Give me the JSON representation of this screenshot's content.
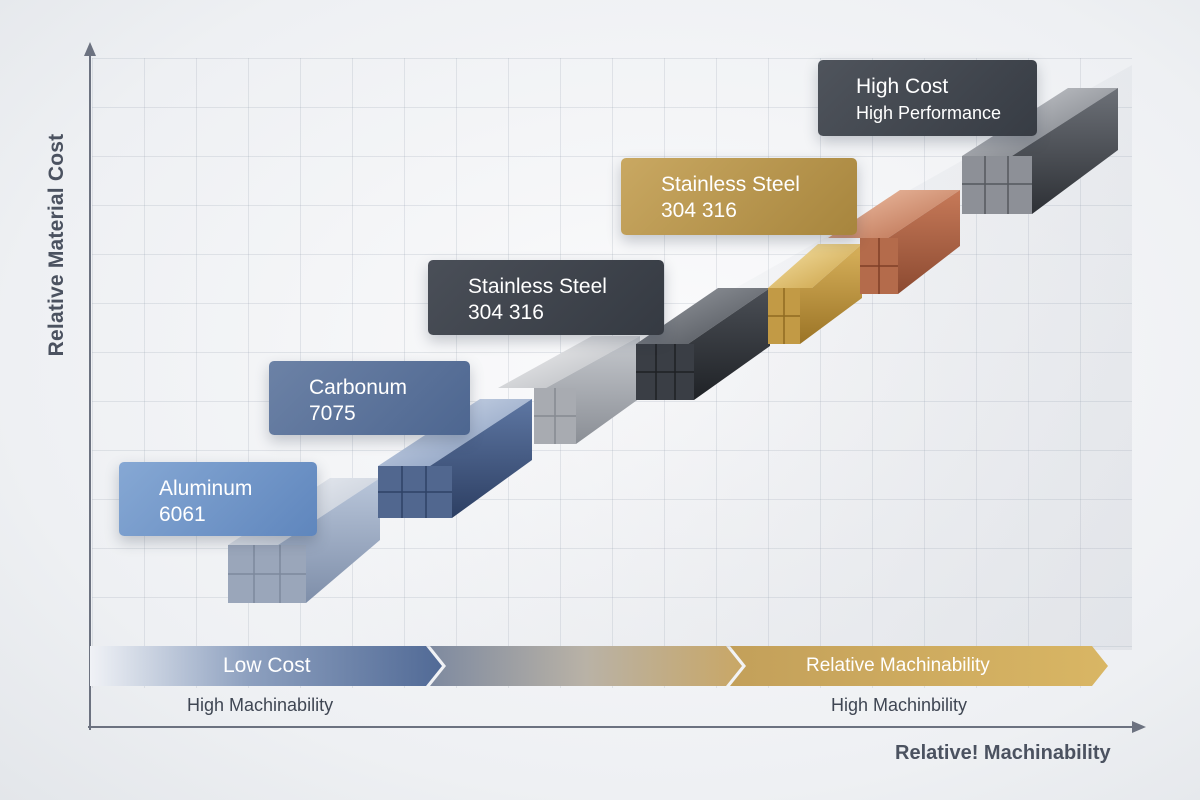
{
  "axes": {
    "y_title": "Relative Material Cost",
    "x_title": "Relative! Machinability"
  },
  "labels": {
    "aluminum": {
      "line1": "Aluminum",
      "line2": "6061"
    },
    "carbonum": {
      "line1": "Carbonum",
      "line2": "7075"
    },
    "stainless_dark": {
      "line1": "Stainless Steel",
      "line2": "304 316"
    },
    "stainless_gold": {
      "line1": "Stainless Steel",
      "line2": "304 316"
    },
    "high_cost": {
      "line1": "High Cost",
      "line2": "High Performance"
    }
  },
  "bottom_band": {
    "left_text": "Low Cost",
    "right_text": "Relative Machinability",
    "under_left": "High Machinability",
    "under_right": "High Machinbility"
  },
  "colors": {
    "aluminum": "#6f94c8",
    "carbonum": "#5a73a0",
    "steel_light": "#a3a8b0",
    "steel_dark": "#3f4349",
    "gold": "#c9a14a",
    "copper": "#b8674a",
    "titanium": "#6f7379"
  }
}
